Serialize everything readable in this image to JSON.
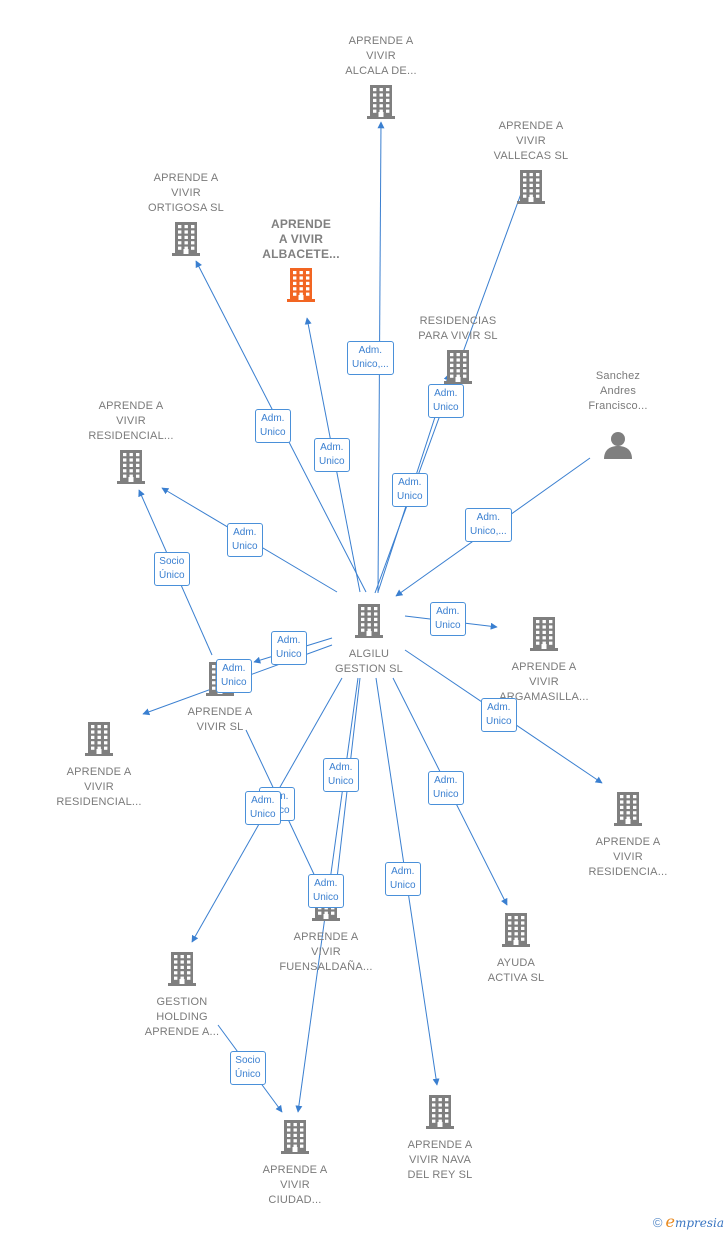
{
  "colors": {
    "edge": "#3a7fd0",
    "building": "#7f7f7f",
    "focus_building": "#f26522",
    "person": "#7f7f7f"
  },
  "nodes": [
    {
      "id": "alcala",
      "lines": [
        "APRENDE A",
        "VIVIR",
        "ALCALA DE..."
      ],
      "icon": "building-icon"
    },
    {
      "id": "vallecas",
      "lines": [
        "APRENDE A",
        "VIVIR",
        "VALLECAS  SL"
      ],
      "icon": "building-icon"
    },
    {
      "id": "ortigosa",
      "lines": [
        "APRENDE A",
        "VIVIR",
        "ORTIGOSA  SL"
      ],
      "icon": "building-icon"
    },
    {
      "id": "albacete",
      "lines": [
        "APRENDE",
        "A VIVIR",
        "ALBACETE..."
      ],
      "icon": "building-icon",
      "focus": true
    },
    {
      "id": "residencias",
      "lines": [
        "RESIDENCIAS",
        "PARA VIVIR  SL"
      ],
      "icon": "building-icon"
    },
    {
      "id": "sanchez",
      "lines": [
        "Sanchez",
        "Andres",
        "Francisco..."
      ],
      "icon": "person-icon"
    },
    {
      "id": "residencial1",
      "lines": [
        "APRENDE A",
        "VIVIR",
        "RESIDENCIAL..."
      ],
      "icon": "building-icon"
    },
    {
      "id": "algilu",
      "lines": [
        "ALGILU",
        "GESTION  SL"
      ],
      "icon": "building-icon"
    },
    {
      "id": "argamasilla",
      "lines": [
        "APRENDE A",
        "VIVIR",
        "ARGAMASILLA..."
      ],
      "icon": "building-icon"
    },
    {
      "id": "vivirsl",
      "lines": [
        "APRENDE A",
        "VIVIR SL"
      ],
      "icon": "building-icon"
    },
    {
      "id": "residencial2",
      "lines": [
        "APRENDE A",
        "VIVIR",
        "RESIDENCIAL..."
      ],
      "icon": "building-icon"
    },
    {
      "id": "residencia3",
      "lines": [
        "APRENDE A",
        "VIVIR",
        "RESIDENCIA..."
      ],
      "icon": "building-icon"
    },
    {
      "id": "fuensaldana",
      "lines": [
        "APRENDE A",
        "VIVIR",
        "FUENSALDAÑA..."
      ],
      "icon": "building-icon"
    },
    {
      "id": "ayuda",
      "lines": [
        "AYUDA",
        "ACTIVA  SL"
      ],
      "icon": "building-icon"
    },
    {
      "id": "gestion",
      "lines": [
        "GESTION",
        "HOLDING",
        "APRENDE A..."
      ],
      "icon": "building-icon"
    },
    {
      "id": "nava",
      "lines": [
        "APRENDE A",
        "VIVIR NAVA",
        "DEL REY  SL"
      ],
      "icon": "building-icon"
    },
    {
      "id": "ciudad",
      "lines": [
        "APRENDE A",
        "VIVIR",
        "CIUDAD..."
      ],
      "icon": "building-icon"
    }
  ],
  "edge_labels": [
    {
      "id": "e-alcala",
      "text": "Adm.\nUnico,..."
    },
    {
      "id": "e-residencias",
      "text": "Adm.\nUnico"
    },
    {
      "id": "e-ortigosa",
      "text": "Adm.\nUnico"
    },
    {
      "id": "e-albacete",
      "text": "Adm.\nUnico"
    },
    {
      "id": "e-vallecas",
      "text": "Adm.\nUnico"
    },
    {
      "id": "e-residencial1",
      "text": "Adm.\nUnico"
    },
    {
      "id": "e-sanchez",
      "text": "Adm.\nUnico,..."
    },
    {
      "id": "e-vivirsl-res1",
      "text": "Socio\nÚnico"
    },
    {
      "id": "e-argamasilla",
      "text": "Adm.\nUnico"
    },
    {
      "id": "e-vivirsl-a",
      "text": "Adm.\nUnico"
    },
    {
      "id": "e-vivirsl-b",
      "text": "Adm.\nUnico"
    },
    {
      "id": "e-residencia3",
      "text": "Adm.\nUnico"
    },
    {
      "id": "e-fuensaldana-a",
      "text": "Adm.\nUnico"
    },
    {
      "id": "e-hidden",
      "text": "Adm.\nUnico"
    },
    {
      "id": "e-gestion",
      "text": "Adm.\nUnico"
    },
    {
      "id": "e-ayuda",
      "text": "Adm.\nUnico"
    },
    {
      "id": "e-nava",
      "text": "Adm.\nUnico"
    },
    {
      "id": "e-fuensaldana-b",
      "text": "Adm.\nUnico"
    },
    {
      "id": "e-gestion-ciudad",
      "text": "Socio\nÚnico"
    }
  ],
  "footer": {
    "copyright": "©",
    "brand_initial": "e",
    "brand_rest": "mpresia"
  }
}
